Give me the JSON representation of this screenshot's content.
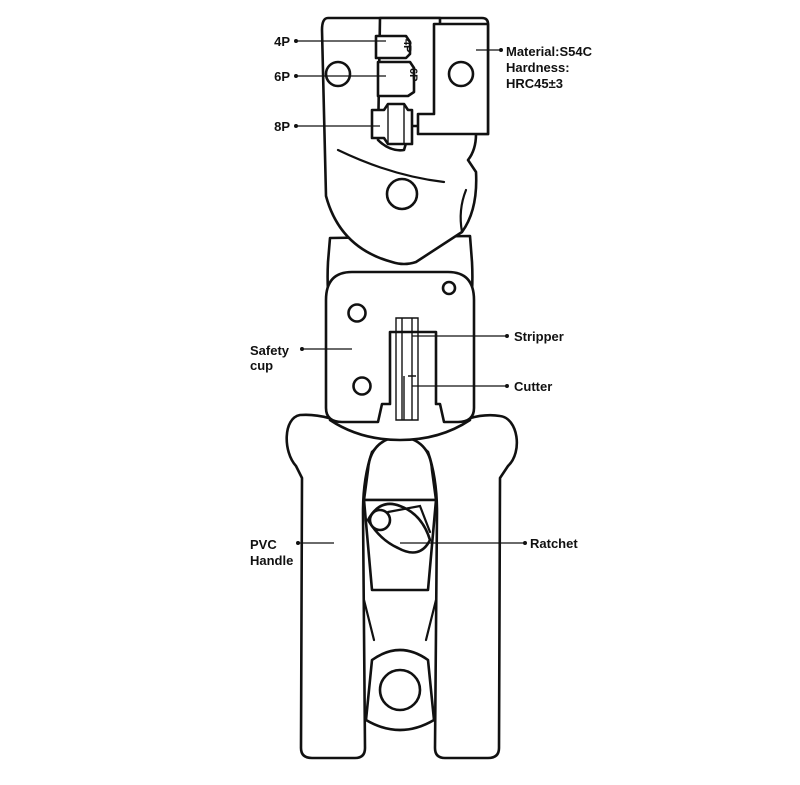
{
  "labels": {
    "p4": "4P",
    "p6": "6P",
    "p8": "8P",
    "material": "Material:S54C",
    "hardness": "Hardness:",
    "hrc": "HRC45±3",
    "safety_1": "Safety",
    "safety_2": "cup",
    "stripper": "Stripper",
    "cutter": "Cutter",
    "pvc_1": "PVC",
    "pvc_2": "Handle",
    "ratchet": "Ratchet",
    "die_4p": "4P",
    "die_6p": "6P"
  }
}
